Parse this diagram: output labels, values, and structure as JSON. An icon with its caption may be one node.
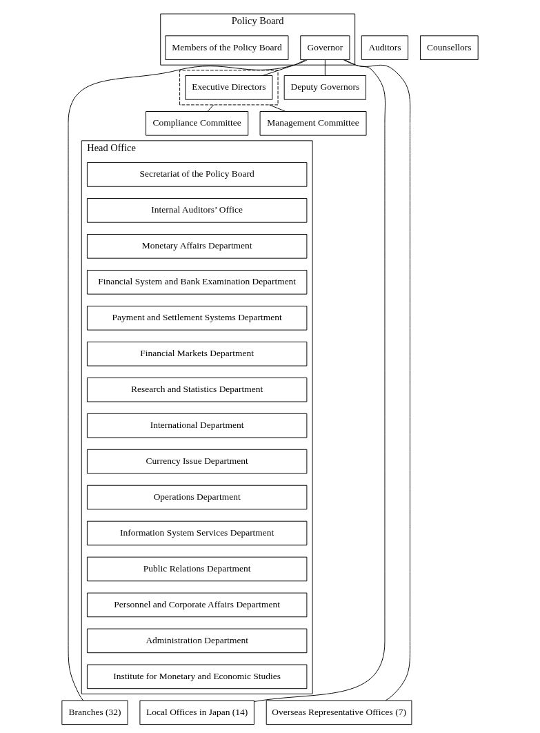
{
  "diagram": {
    "nodes": [
      {
        "text": [
          "Policy Board"
        ]
      },
      {
        "text": [
          "Governor"
        ],
        "in": 0
      },
      {
        "text": [
          "Members of the Policy Board"
        ],
        "in": 0
      },
      {
        "text": [
          "Auditors"
        ]
      },
      {
        "text": [
          "Counsellors"
        ]
      },
      {
        "text": [],
        "shape": "box"
      },
      {
        "text": [
          "Deputy Governors"
        ]
      },
      {
        "text": [
          "Executive Directors"
        ],
        "in": 5
      },
      {
        "text": [
          "Management Committee"
        ]
      },
      {
        "text": [
          "Compliance Committee"
        ]
      },
      {
        "text": [
          "Head Office"
        ]
      },
      {
        "text": [
          "Secretariat of the Policy Board"
        ],
        "in": 10
      },
      {
        "text": [
          "Internal Auditors’ Office"
        ],
        "in": 10
      },
      {
        "text": [
          "Monetary Affairs Department"
        ],
        "in": 10
      },
      {
        "text": [
          "Financial System and Bank Examination Department"
        ],
        "in": 10
      },
      {
        "text": [
          "Payment and Settlement Systems Department"
        ],
        "in": 10
      },
      {
        "text": [
          "Financial Markets Department"
        ],
        "in": 10
      },
      {
        "text": [
          "Research and Statistics Department"
        ],
        "in": 10
      },
      {
        "text": [
          "International Department"
        ],
        "in": 10
      },
      {
        "text": [
          "Currency Issue Department"
        ],
        "in": 10
      },
      {
        "text": [
          "Operations Department"
        ],
        "in": 10
      },
      {
        "text": [
          "Information System Services Department"
        ],
        "in": 10
      },
      {
        "text": [
          "Public Relations Department"
        ],
        "in": 10
      },
      {
        "text": [
          "Personnel and Corporate Affairs Department"
        ],
        "in": 10
      },
      {
        "text": [
          "Administration Department"
        ],
        "in": 10
      },
      {
        "text": [
          "Institute for Monetary and Economic Studies"
        ],
        "in": 10
      },
      {
        "text": [
          "Branches (32)"
        ]
      },
      {
        "text": [
          "Local Offices in Japan (14)"
        ]
      },
      {
        "text": [
          "Overseas Representative Offices (7)"
        ]
      }
    ],
    "edges": [
      {
        "from": 1,
        "to": 6,
        "arrow": "none"
      },
      {
        "from": 1,
        "to": 7,
        "arrow": "none"
      },
      {
        "from": 5,
        "to": 8,
        "arrow": "none"
      },
      {
        "from": 5,
        "to": 9,
        "arrow": "none"
      },
      {
        "from": 1,
        "to": 26,
        "arrow": "none"
      },
      {
        "from": 1,
        "to": 27,
        "arrow": "none"
      },
      {
        "from": 1,
        "to": 28,
        "arrow": "none"
      }
    ]
  }
}
